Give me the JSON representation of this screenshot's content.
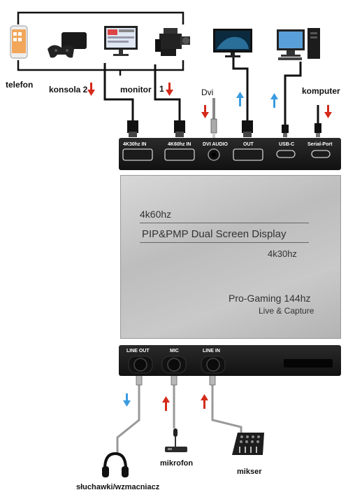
{
  "devices": {
    "phone": "telefon",
    "console": "konsola 2",
    "monitor": "monitor",
    "monitor_num": "1",
    "dvi": "Dvi",
    "computer": "komputer",
    "headphones": "słuchawki/wzmacniacz",
    "microphone": "mikrofon",
    "mixer": "mikser"
  },
  "top_ports": [
    "4K30hz IN",
    "4K60hz IN",
    "DVI AUDIO",
    "OUT",
    "USB-C",
    "Serial-Port"
  ],
  "bottom_ports": [
    "LINE OUT",
    "MIC",
    "LINE IN"
  ],
  "face": {
    "line1": "4k60hz",
    "line2": "PIP&PMP Dual Screen Display",
    "line3": "4k30hz",
    "line4": "Pro-Gaming 144hz",
    "line5": "Live & Capture"
  },
  "colors": {
    "in_arrow": "#d42a1a",
    "out_arrow": "#3a9be0"
  }
}
